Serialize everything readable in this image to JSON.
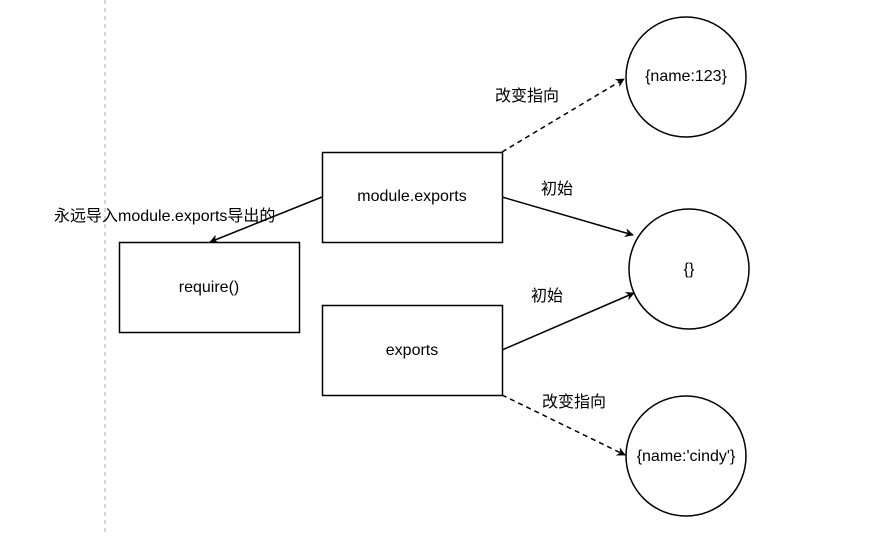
{
  "diagram": {
    "nodes": {
      "require": {
        "label": "require()",
        "shape": "rectangle"
      },
      "module_exports": {
        "label": "module.exports",
        "shape": "rectangle"
      },
      "exports": {
        "label": "exports",
        "shape": "rectangle"
      },
      "obj_name_123": {
        "label": "{name:123}",
        "shape": "circle"
      },
      "obj_empty": {
        "label": "{}",
        "shape": "circle"
      },
      "obj_name_cindy": {
        "label": "{name:'cindy'}",
        "shape": "circle"
      }
    },
    "edges": [
      {
        "from": "module_exports",
        "to": "require",
        "style": "solid",
        "label": "永远导入module.exports导出的"
      },
      {
        "from": "module_exports",
        "to": "obj_name_123",
        "style": "dashed",
        "label": "改变指向"
      },
      {
        "from": "module_exports",
        "to": "obj_empty",
        "style": "solid",
        "label": "初始"
      },
      {
        "from": "exports",
        "to": "obj_empty",
        "style": "solid",
        "label": "初始"
      },
      {
        "from": "exports",
        "to": "obj_name_cindy",
        "style": "dashed",
        "label": "改变指向"
      }
    ],
    "colors": {
      "stroke": "#000000",
      "guide": "#c8c8c8",
      "background": "#ffffff"
    }
  }
}
